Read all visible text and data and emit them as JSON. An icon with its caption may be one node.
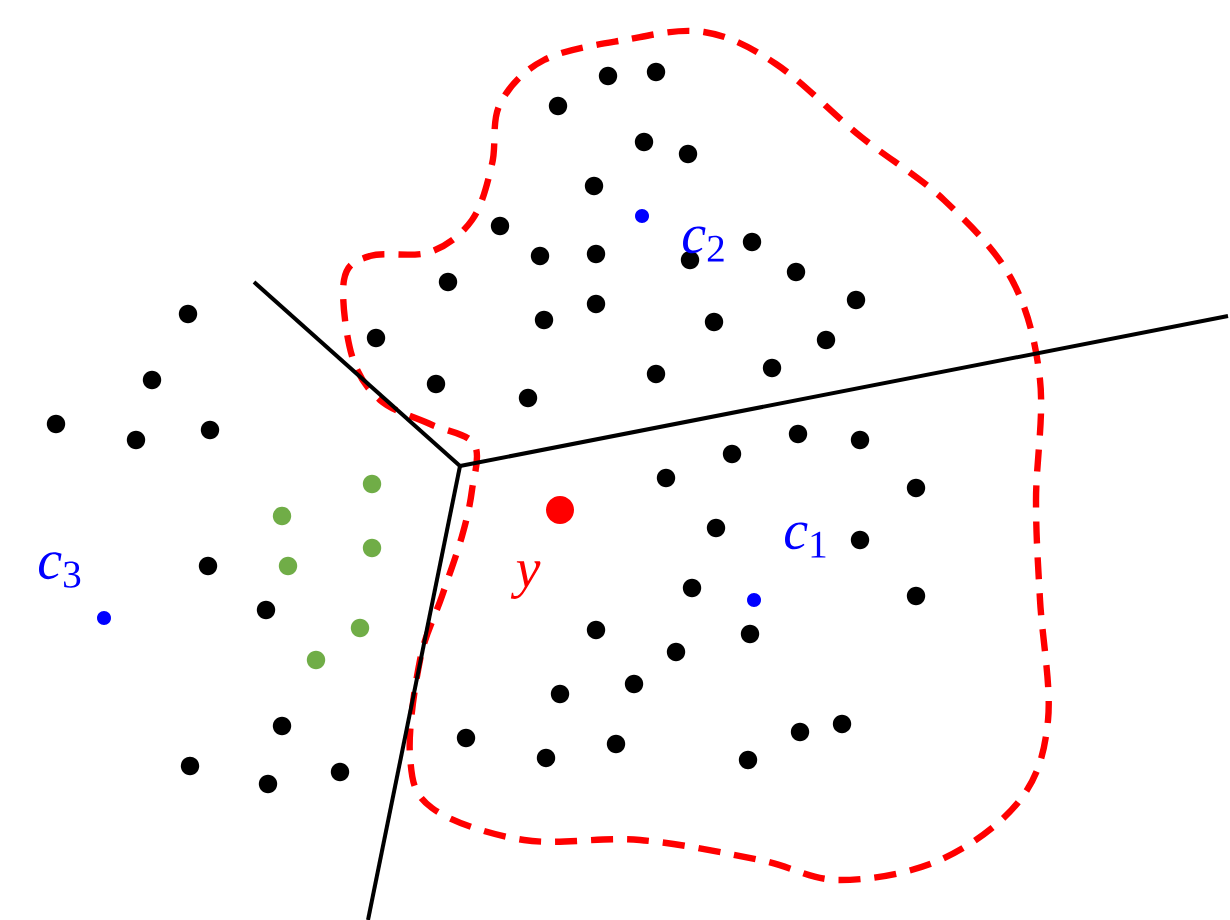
{
  "diagram": {
    "labels": [
      "*c*$_{2}$",
      "*c*$_{1}$",
      "*c*$_{3}$",
      "*y*"
    ]
  }
}
